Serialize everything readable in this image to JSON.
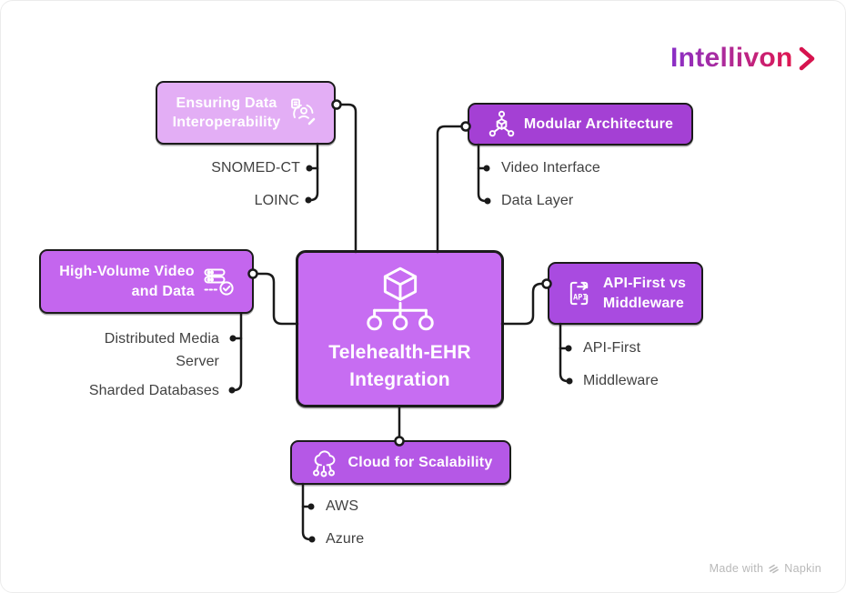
{
  "canvas": {
    "background": "#ffffff",
    "border_color": "#ececec"
  },
  "theme": {
    "line_color": "#1a1a1a",
    "box_border_color": "#1b1b1b",
    "box_text_color": "#ffffff",
    "leaf_label_color": "#414141"
  },
  "logo": {
    "text": "Intellivon",
    "gradient_start": "#8a2fc7",
    "gradient_end": "#e0164f",
    "chevron_color": "#d6134e"
  },
  "footer": {
    "made_with": "Made with",
    "brand": "Napkin"
  },
  "center": {
    "title_line1": "Telehealth-EHR",
    "title_line2": "Integration",
    "fill": "#c76df2",
    "icon": "cube-hierarchy-icon"
  },
  "branches": {
    "interoperability": {
      "title_line1": "Ensuring Data",
      "title_line2": "Interoperability",
      "fill": "#e3aef5",
      "icon": "user-sync-icon",
      "children": [
        "SNOMED-CT",
        "LOINC"
      ]
    },
    "modular": {
      "title": "Modular Architecture",
      "fill": "#a440d4",
      "icon": "molecule-icon",
      "children": [
        "Video Interface",
        "Data Layer"
      ]
    },
    "highvolume": {
      "title_line1": "High-Volume Video",
      "title_line2": "and Data",
      "fill": "#c466ee",
      "icon": "server-check-icon",
      "children": [
        "Distributed Media Server",
        "Sharded Databases"
      ]
    },
    "api": {
      "title_line1": "API-First vs",
      "title_line2": "Middleware",
      "fill": "#a94be0",
      "icon": "api-doc-icon",
      "children": [
        "API-First",
        "Middleware"
      ]
    },
    "cloud": {
      "title": "Cloud for Scalability",
      "fill": "#b558e6",
      "icon": "cloud-network-icon",
      "children": [
        "AWS",
        "Azure"
      ]
    }
  }
}
